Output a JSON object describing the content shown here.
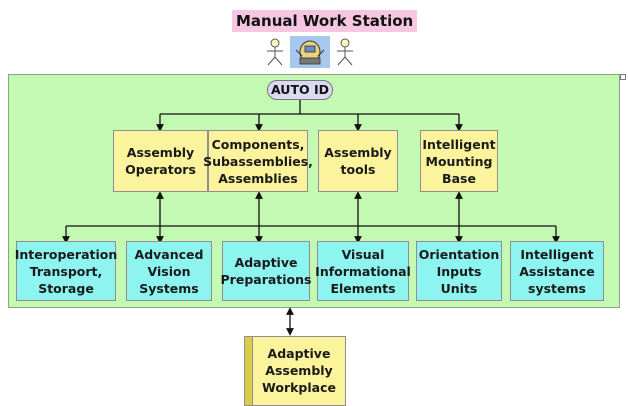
{
  "title": "Manual Work Station",
  "auto_id": "AUTO ID",
  "level1": [
    "Assembly\nOperators",
    "Components,\nSubassemblies,\nAssemblies",
    "Assembly\ntools",
    "Intelligent\nMounting\nBase"
  ],
  "level2": [
    "Interoperation\nTransport,\nStorage",
    "Advanced\nVision\nSystems",
    "Adaptive\nPreparations",
    "Visual\nInformational\nElements",
    "Orientation\nInputs Units",
    "Intelligent\nAssistance\nsystems"
  ],
  "output": "Adaptive\nAssembly\nWorkplace",
  "icons": [
    "operator-stick-figure-icon",
    "operator-at-workstation-icon",
    "operator-stick-figure-icon"
  ],
  "colors": {
    "title_bg": "#f6c6e2",
    "panel_bg": "#c3f9b2",
    "level1_bg": "#fcf49d",
    "level2_bg": "#8df4f0",
    "auto_id_bg": "#dcd9f2"
  }
}
